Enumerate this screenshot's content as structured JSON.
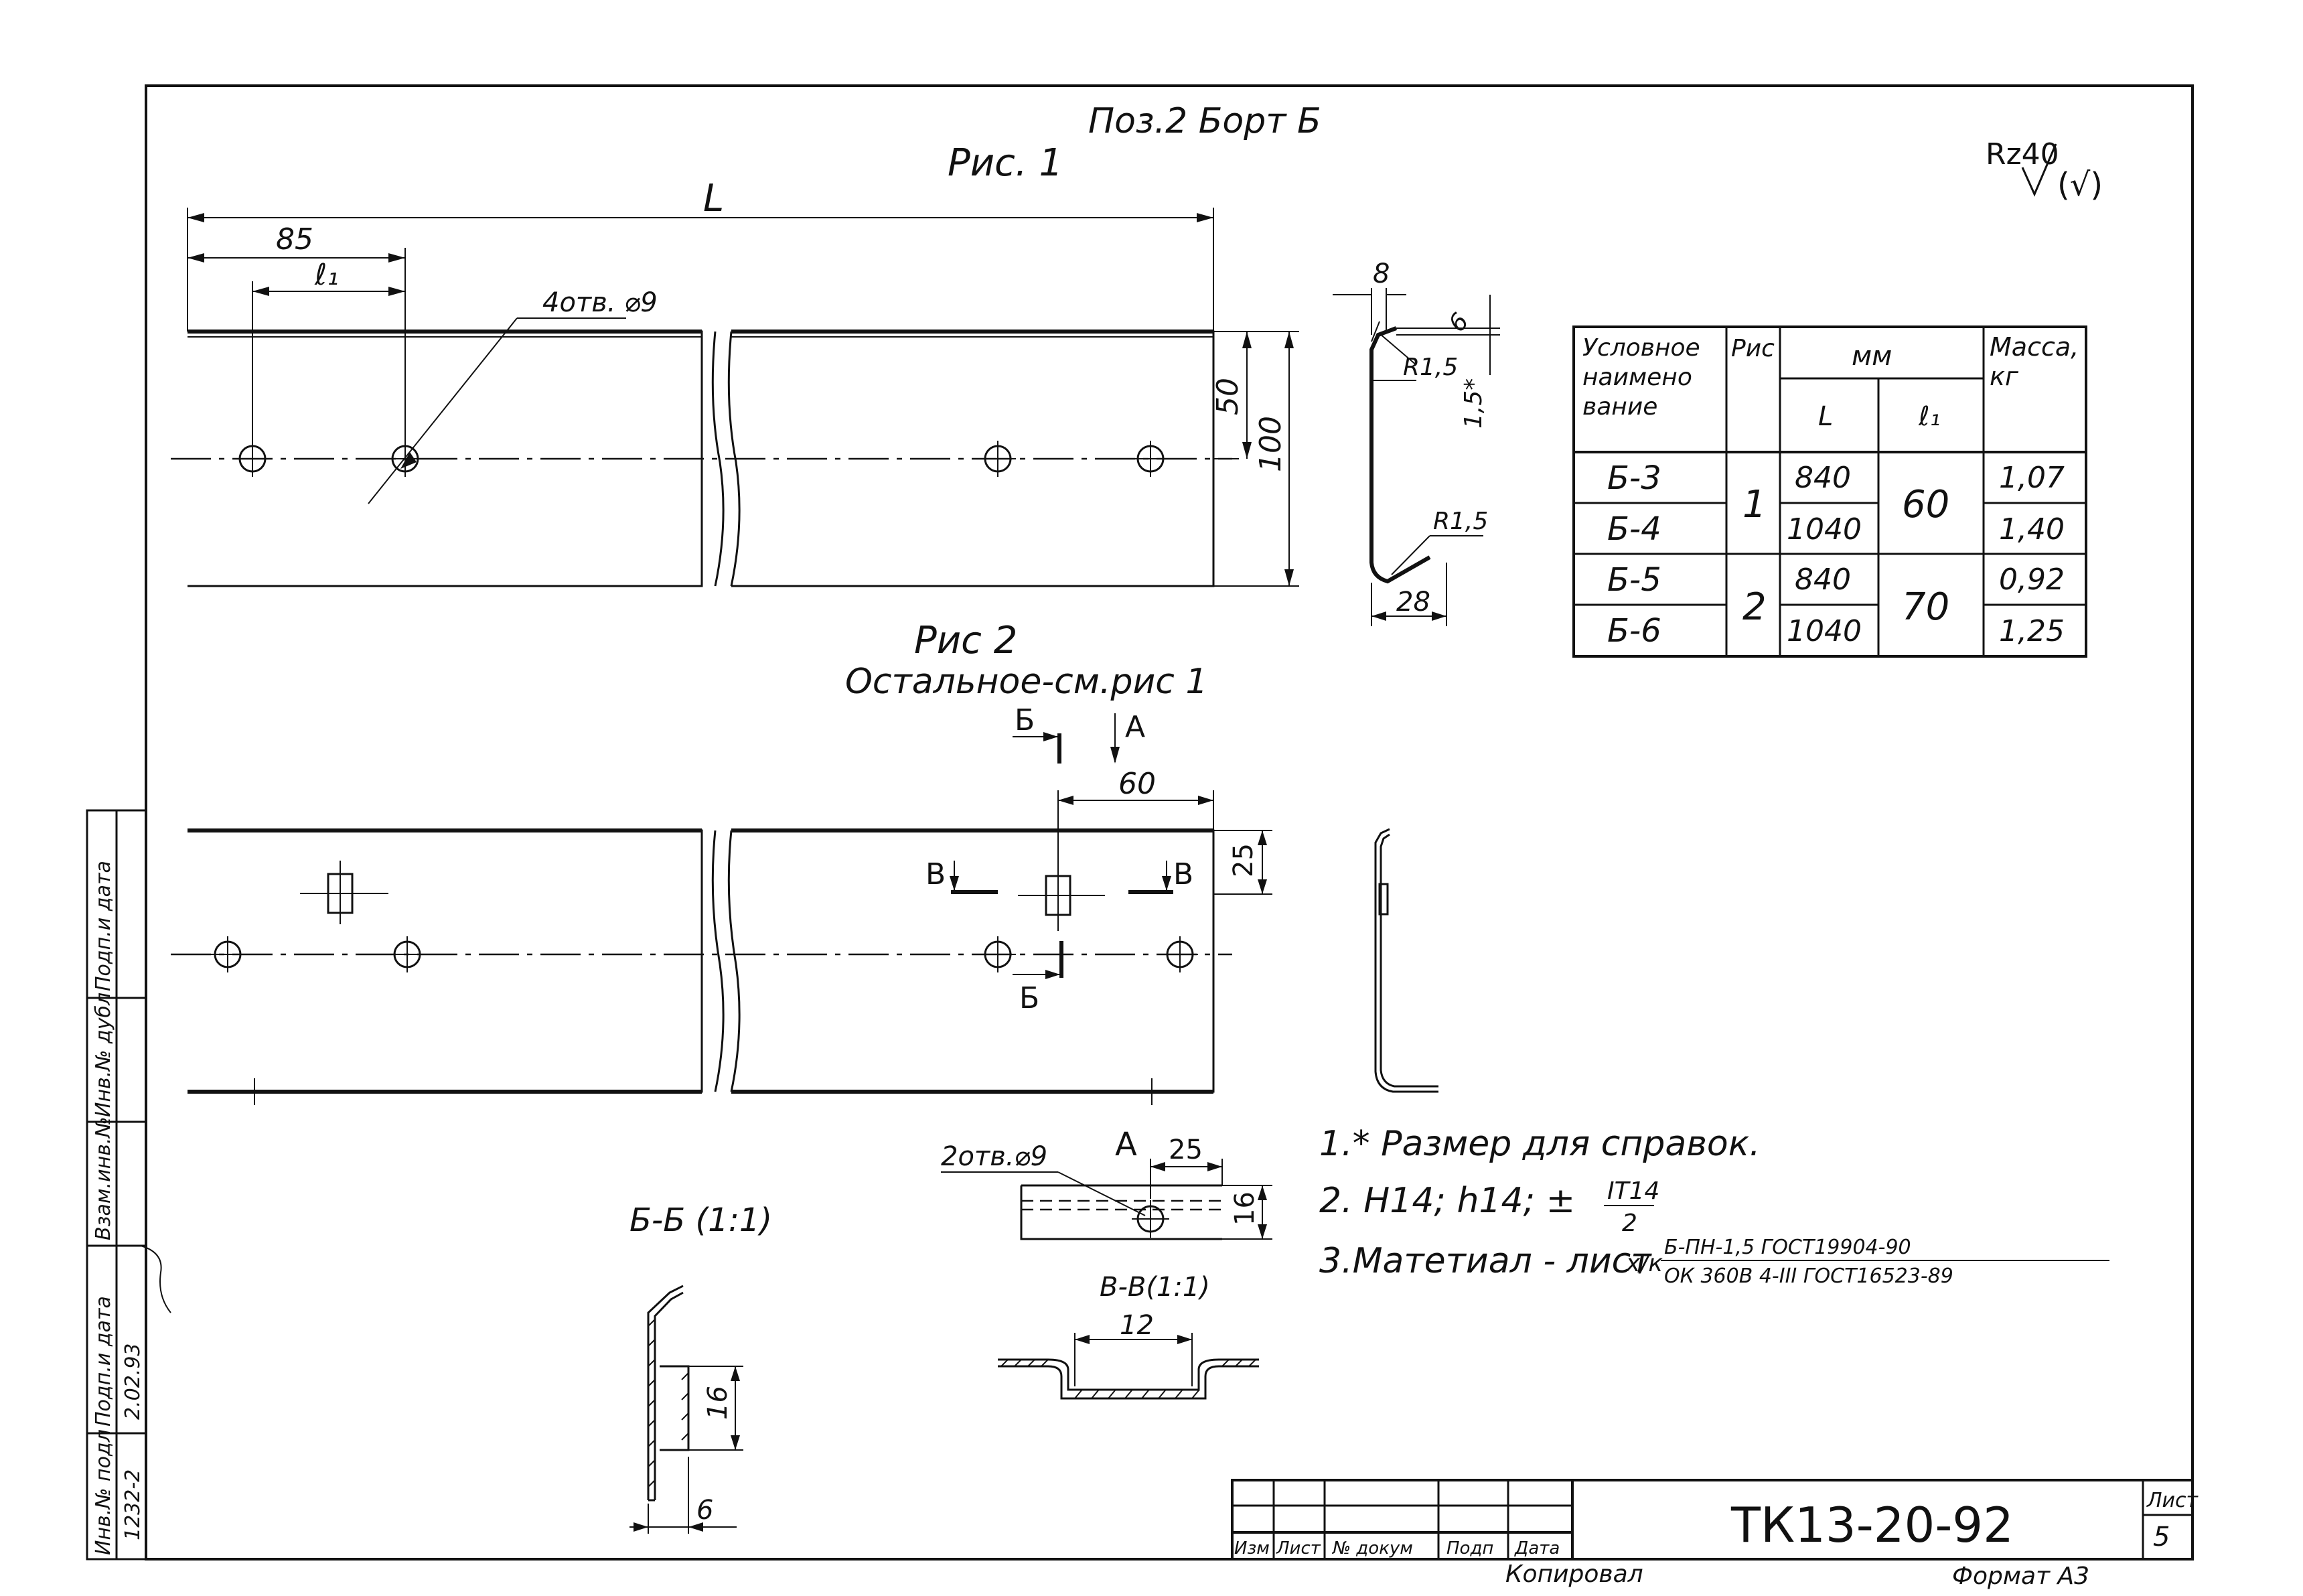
{
  "header": {
    "position_title": "Поз.2 Борт Б",
    "fig1_title": "Рис. 1",
    "roughness": "Rz40",
    "roughness_sym": "(√)"
  },
  "fig1": {
    "dim_L": "L",
    "dim_85": "85",
    "dim_l1": "ℓ₁",
    "holes_note": "4отв. ⌀9",
    "dim_50": "50",
    "dim_100": "100"
  },
  "profile1": {
    "dim_8": "8",
    "dim_6": "6",
    "r_top": "R1,5",
    "dim_15": "1,5*",
    "r_bottom": "R1,5",
    "dim_28": "28"
  },
  "table": {
    "headers": [
      "Условное наимено вание",
      "Рис",
      "мм",
      "Масса, кг"
    ],
    "sub_headers": [
      "L",
      "ℓ₁"
    ],
    "rows": [
      {
        "name": "Б-3",
        "fig": "1",
        "L": "840",
        "l1": "60",
        "mass": "1,07"
      },
      {
        "name": "Б-4",
        "fig": "",
        "L": "1040",
        "l1": "",
        "mass": "1,40"
      },
      {
        "name": "Б-5",
        "fig": "2",
        "L": "840",
        "l1": "70",
        "mass": "0,92"
      },
      {
        "name": "Б-6",
        "fig": "",
        "L": "1040",
        "l1": "",
        "mass": "1,25"
      }
    ]
  },
  "fig2": {
    "title": "Рис 2",
    "subtitle": "Остальное-см.рис 1",
    "mark_b": "Б",
    "mark_a": "А",
    "dim_60": "60",
    "dim_25": "25",
    "mark_v": "В"
  },
  "view_a": {
    "label": "А",
    "holes": "2отв.⌀9",
    "dim_25": "25",
    "dim_16": "16"
  },
  "section_bb": {
    "label": "Б-Б (1:1)",
    "dim_16": "16",
    "dim_6": "6"
  },
  "section_vv": {
    "label": "В-В(1:1)",
    "dim_12": "12"
  },
  "notes": {
    "n1": "1.* Размер    для справок.",
    "n2a": "2. H14; h14;  ±",
    "n2_frac_top": "IT14",
    "n2_frac_bottom": "2",
    "n3a": "3.Матетиал - лист",
    "n3_mark": "х/к",
    "n3_top": "Б-ПН-1,5 ГОСТ19904-90",
    "n3_bottom": "ОК 360В 4-III ГОСТ16523-89"
  },
  "left_strip": {
    "cells": [
      "Подп.и дата",
      "Инв.№ дубл",
      "Взам.инв.№",
      "Подп.и дата",
      "Инв.№ подл"
    ],
    "sign_date": "2.02.93",
    "inv_no": "1232-2"
  },
  "title_block": {
    "doc_code": "ТК13-20-92",
    "sheet_label": "Лист",
    "sheet_no": "5",
    "col_labels": [
      "Изм",
      "Лист",
      "№ докум",
      "Подп",
      "Дата"
    ],
    "copied": "Копировал",
    "format": "Формат А3"
  }
}
